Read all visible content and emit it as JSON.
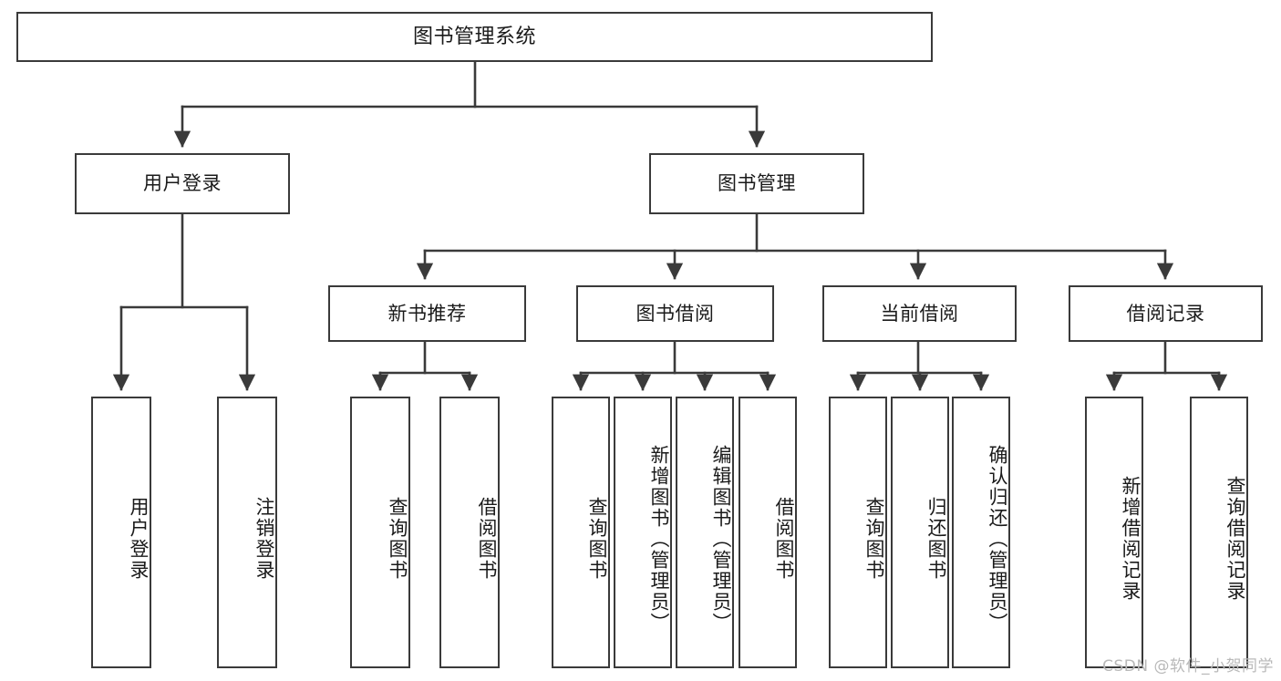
{
  "diagram": {
    "title": "图书管理系统",
    "type": "tree-hierarchy",
    "watermark": "CSDN @软件_小贺同学",
    "colors": {
      "stroke": "#3a3a3a",
      "fill": "#ffffff",
      "text": "#1a1a1a",
      "watermark": "#b9b9b9"
    },
    "nodes": {
      "root": {
        "label": "图书管理系统"
      },
      "level2": [
        {
          "id": "user-login",
          "label": "用户登录"
        },
        {
          "id": "book-management",
          "label": "图书管理"
        }
      ],
      "level3": [
        {
          "id": "new-book-recommend",
          "label": "新书推荐"
        },
        {
          "id": "book-borrow",
          "label": "图书借阅"
        },
        {
          "id": "current-borrow",
          "label": "当前借阅"
        },
        {
          "id": "borrow-record",
          "label": "借阅记录"
        }
      ],
      "leaves": [
        {
          "id": "leaf-user-login",
          "label": "用户登录",
          "parent": "user-login"
        },
        {
          "id": "leaf-logout",
          "label": "注销登录",
          "parent": "user-login"
        },
        {
          "id": "leaf-query-book-1",
          "label": "查询图书",
          "parent": "new-book-recommend"
        },
        {
          "id": "leaf-borrow-book-1",
          "label": "借阅图书",
          "parent": "new-book-recommend"
        },
        {
          "id": "leaf-query-book-2",
          "label": "查询图书",
          "parent": "book-borrow"
        },
        {
          "id": "leaf-add-book",
          "label": "新增图书（管理员）",
          "parent": "book-borrow"
        },
        {
          "id": "leaf-edit-book",
          "label": "编辑图书（管理员）",
          "parent": "book-borrow"
        },
        {
          "id": "leaf-borrow-book-2",
          "label": "借阅图书",
          "parent": "book-borrow"
        },
        {
          "id": "leaf-query-book-3",
          "label": "查询图书",
          "parent": "current-borrow"
        },
        {
          "id": "leaf-return-book",
          "label": "归还图书",
          "parent": "current-borrow"
        },
        {
          "id": "leaf-confirm-return",
          "label": "确认归还（管理员）",
          "parent": "current-borrow"
        },
        {
          "id": "leaf-add-record",
          "label": "新增借阅记录",
          "parent": "borrow-record"
        },
        {
          "id": "leaf-query-record",
          "label": "查询借阅记录",
          "parent": "borrow-record"
        }
      ]
    }
  }
}
